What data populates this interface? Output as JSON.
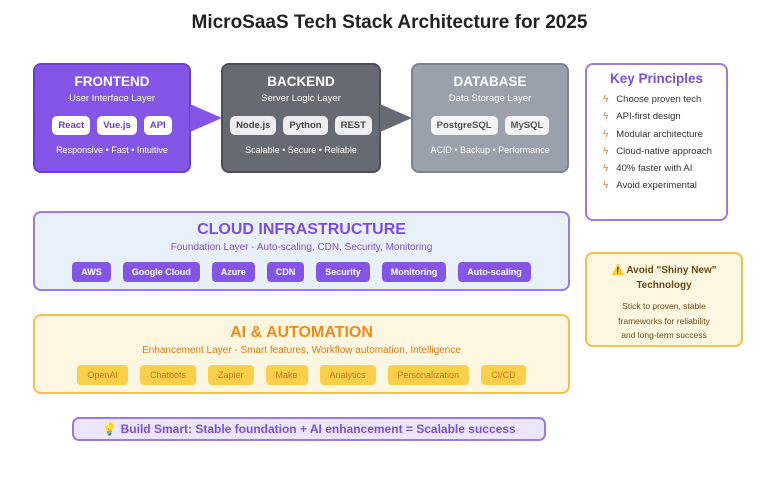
{
  "title": "MicroSaaS Tech Stack Architecture for 2025",
  "frontend": {
    "heading": "FRONTEND",
    "subtitle": "User Interface Layer",
    "chips": [
      "React",
      "Vue.js",
      "API"
    ],
    "footer": "Responsive • Fast • Intuitive"
  },
  "backend": {
    "heading": "BACKEND",
    "subtitle": "Server Logic Layer",
    "chips": [
      "Node.js",
      "Python",
      "REST"
    ],
    "footer": "Scalable • Secure • Reliable"
  },
  "database": {
    "heading": "DATABASE",
    "subtitle": "Data Storage Layer",
    "chips": [
      "PostgreSQL",
      "MySQL"
    ],
    "footer": "ACID • Backup • Performance"
  },
  "principles": {
    "heading": "Key Principles",
    "items": [
      "Choose proven tech",
      "API-first design",
      "Modular architecture",
      "Cloud-native approach",
      "40% faster with AI",
      "Avoid experimental"
    ]
  },
  "cloud": {
    "heading": "CLOUD INFRASTRUCTURE",
    "subtitle": "Foundation Layer - Auto-scaling, CDN, Security, Monitoring",
    "pills": [
      "AWS",
      "Google Cloud",
      "Azure",
      "CDN",
      "Security",
      "Monitoring",
      "Auto-scaling"
    ]
  },
  "ai": {
    "heading": "AI & AUTOMATION",
    "subtitle": "Enhancement Layer - Smart features, Workflow automation, Intelligence",
    "pills": [
      "OpenAI",
      "Chatbots",
      "Zapier",
      "Make",
      "Analytics",
      "Personalization",
      "CI/CD"
    ]
  },
  "warning": {
    "icon": "⚠️",
    "heading_line1": "Avoid \"Shiny New\"",
    "heading_line2": "Technology",
    "body_line1": "Stick to proven, stable",
    "body_line2": "frameworks for reliability",
    "body_line3": "and long-term success"
  },
  "banner": {
    "icon": "💡",
    "text": "Build Smart: Stable foundation + AI enhancement = Scalable success"
  },
  "colors": {
    "accent_purple": "#8356e8",
    "backend_gray": "#666a73",
    "database_gray": "#9aa1ab",
    "ai_orange": "#f08a1a",
    "ai_yellow": "#fccf4a"
  }
}
